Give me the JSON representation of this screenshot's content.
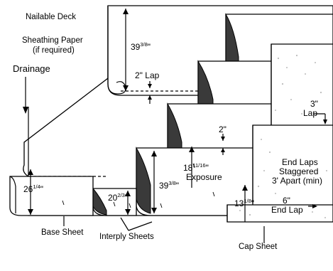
{
  "labels": {
    "nailable_deck": "Nailable Deck",
    "sheathing_paper": "Sheathing Paper",
    "if_required": "(if required)",
    "drainage": "Drainage",
    "base_sheet": "Base Sheet",
    "interply_sheets": "Interply Sheets",
    "cap_sheet": "Cap Sheet",
    "exposure": "Exposure",
    "end_laps": "End Laps",
    "staggered": "Staggered",
    "apart_min": "3' Apart (min)",
    "end_lap": "End Lap"
  },
  "dimensions": {
    "d_39_38_top": {
      "whole": "39",
      "num": "3",
      "den": "8",
      "unit": "\""
    },
    "lap_2_top": "2\" Lap",
    "lap_2_mid": "2\"",
    "exp_18": {
      "whole": "18",
      "num": "11",
      "den": "16",
      "unit": "\""
    },
    "d_39_38_mid": {
      "whole": "39",
      "num": "3",
      "den": "8",
      "unit": "\""
    },
    "d_26_14": {
      "whole": "26",
      "num": "1",
      "den": "4",
      "unit": "\""
    },
    "d_20_23": {
      "whole": "20",
      "num": "2",
      "den": "3",
      "unit": "\""
    },
    "d_13_18": {
      "whole": "13",
      "num": "1",
      "den": "8",
      "unit": "\""
    },
    "lap_3": "3\"",
    "lap_word": "Lap",
    "end_lap_6": "6\""
  },
  "colors": {
    "flap": "#3a3a3a",
    "grit": "#bbbbbb"
  }
}
